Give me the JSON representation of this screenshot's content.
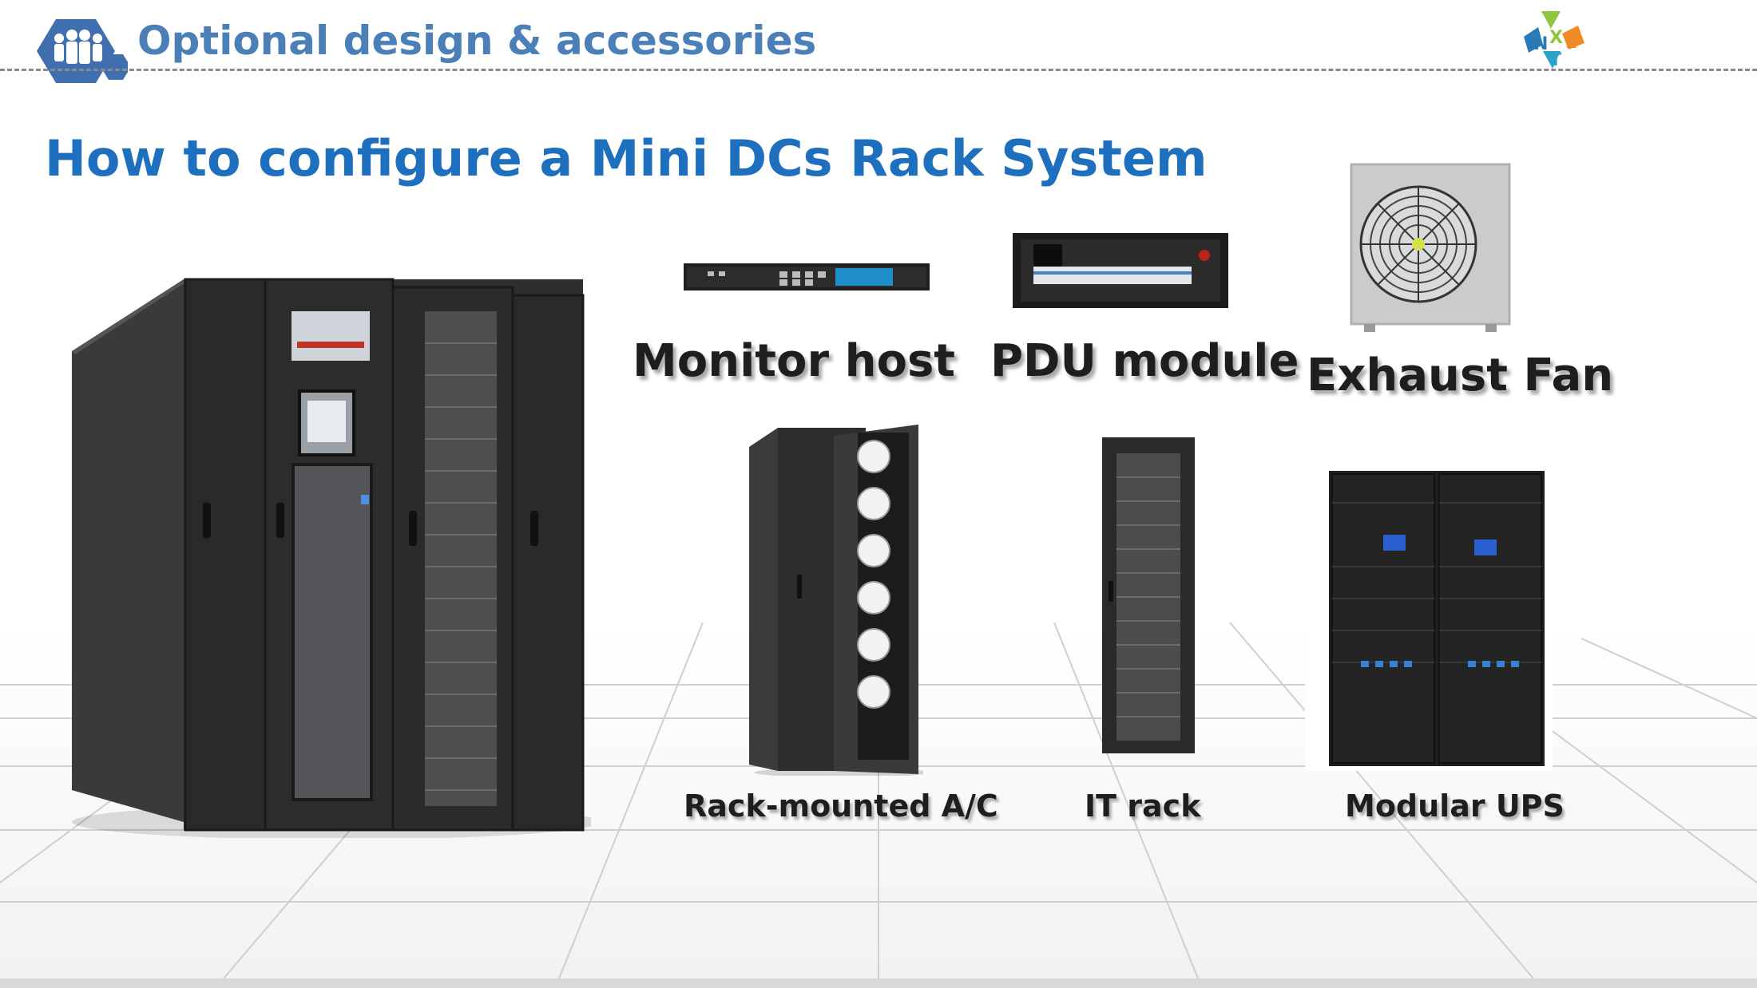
{
  "header": {
    "title": "Optional design & accessories",
    "logo_icon": "team-hexagon-icon",
    "brand_icon": "nxt-brand-logo"
  },
  "main": {
    "heading": "How to configure a Mini DCs Rack System"
  },
  "products": {
    "monitor_host": "Monitor host",
    "pdu_module": "PDU module",
    "exhaust_fan": "Exhaust Fan",
    "rack_ac": "Rack-mounted A/C",
    "it_rack": "IT rack",
    "modular_ups": "Modular UPS"
  },
  "colors": {
    "header_blue": "#4a7fb8",
    "heading_blue": "#1f6fbf",
    "rack_dark": "#2b2b2b"
  }
}
